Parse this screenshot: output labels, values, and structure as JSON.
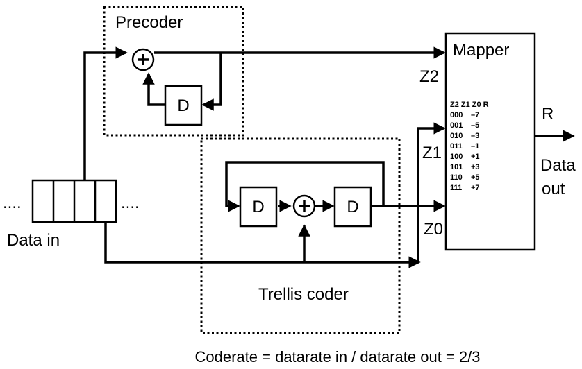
{
  "labels": {
    "precoder": "Precoder",
    "trellis": "Trellis coder",
    "mapper": "Mapper",
    "delay": "D",
    "z2": "Z2",
    "z1": "Z1",
    "z0": "Z0",
    "r": "R",
    "data_out_1": "Data",
    "data_out_2": "out",
    "data_in": "Data in",
    "dots_left": "....",
    "dots_right": "....",
    "caption": "Coderate = datarate in / datarate out = 2/3"
  },
  "mapper_table": {
    "header": "Z2 Z1 Z0 R",
    "rows": [
      {
        "bits": "000",
        "value": "–7"
      },
      {
        "bits": "001",
        "value": "–5"
      },
      {
        "bits": "010",
        "value": "–3"
      },
      {
        "bits": "011",
        "value": "–1"
      },
      {
        "bits": "100",
        "value": "+1"
      },
      {
        "bits": "101",
        "value": "+3"
      },
      {
        "bits": "110",
        "value": "+5"
      },
      {
        "bits": "111",
        "value": "+7"
      }
    ]
  }
}
